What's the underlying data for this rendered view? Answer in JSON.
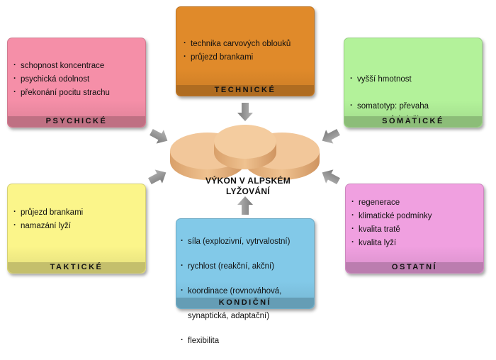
{
  "center_title": "VÝKON V ALPSKÉM LYŽOVÁNÍ",
  "boxes": {
    "technicke": {
      "label": "TECHNICKÉ",
      "items": [
        "technika carvových oblouků",
        "průjezd brankami"
      ]
    },
    "psychicke": {
      "label": "PSYCHICKÉ",
      "items": [
        "schopnost koncentrace",
        "psychická odolnost",
        "překonání pocitu strachu"
      ]
    },
    "somaticke": {
      "label": "SOMATICKÉ",
      "items": [
        "vyšší hmotnost",
        "somatotyp: převaha\nmezomorfní složky"
      ]
    },
    "takticke": {
      "label": "TAKTICKÉ",
      "items": [
        "průjezd brankami",
        "namazání lyží"
      ]
    },
    "kondicni": {
      "label": "KONDIČNÍ",
      "items": [
        "síla (explozivní, vytrvalostní)",
        "rychlost (reakční, akční)",
        "koordinace (rovnováhová,\norientační, diferenciační, rytmická,\nsynaptická, adaptační)",
        "flexibilita"
      ]
    },
    "ostatni": {
      "label": "OSTATNÍ",
      "items": [
        "regenerace",
        "klimatické podmínky",
        "kvalita tratě",
        "kvalita lyží"
      ]
    }
  },
  "colors": {
    "technicke": "#e08a2a",
    "psychicke": "#f58fa8",
    "somaticke": "#b3f29a",
    "takticke": "#fbf58a",
    "kondicni": "#82c9e8",
    "ostatni": "#f0a0e0",
    "disc": "#f2c79a",
    "arrow": "#9a9a9a"
  }
}
